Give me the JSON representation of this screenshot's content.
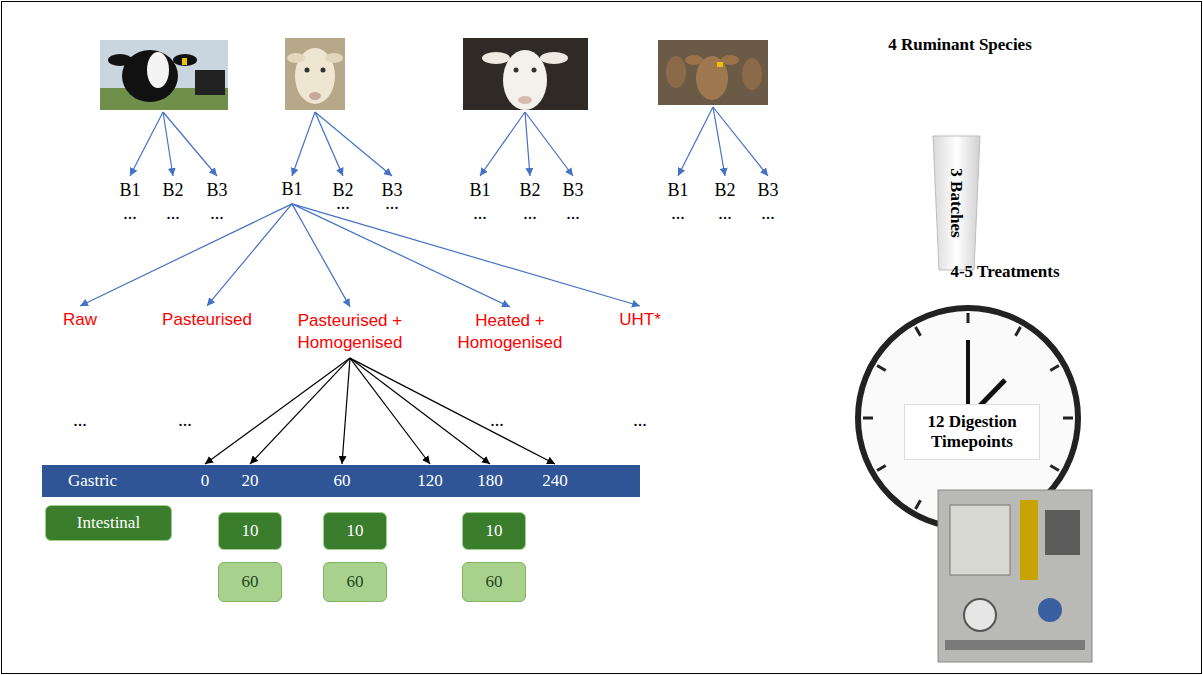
{
  "diagram": {
    "nodes": [
      {
        "text": [
          "B1"
        ]
      },
      {
        "text": [
          "Raw"
        ]
      },
      {
        "text": [
          "Pasteurised"
        ]
      },
      {
        "text": [
          "Pasteurised + Homogenised"
        ]
      },
      {
        "text": [
          "Heated + Homogenised"
        ]
      },
      {
        "text": [
          "UHT*"
        ]
      },
      {
        "text": [
          "Gastric"
        ]
      },
      {
        "text": [
          "0"
        ],
        "in": 6
      },
      {
        "text": [
          "20"
        ],
        "in": 6
      },
      {
        "text": [
          "60"
        ],
        "in": 6
      },
      {
        "text": [
          "120"
        ],
        "in": 6
      },
      {
        "text": [
          "180"
        ],
        "in": 6
      },
      {
        "text": [
          "240"
        ],
        "in": 6
      },
      {
        "text": [
          "Intestinal"
        ]
      },
      {
        "text": [
          "10"
        ]
      },
      {
        "text": [
          "10"
        ]
      },
      {
        "text": [
          "10"
        ]
      },
      {
        "text": [
          "60"
        ]
      },
      {
        "text": [
          "60"
        ]
      },
      {
        "text": [
          "60"
        ]
      },
      {
        "text": [
          "12 Digestion Timepoints"
        ]
      }
    ],
    "edges": [
      {
        "from": 0,
        "to": 1,
        "arrow": "to"
      },
      {
        "from": 0,
        "to": 2,
        "arrow": "to"
      },
      {
        "from": 0,
        "to": 3,
        "arrow": "to"
      },
      {
        "from": 0,
        "to": 4,
        "arrow": "to"
      },
      {
        "from": 0,
        "to": 5,
        "arrow": "to"
      },
      {
        "from": 3,
        "to": 7,
        "arrow": "to"
      },
      {
        "from": 3,
        "to": 8,
        "arrow": "to"
      },
      {
        "from": 3,
        "to": 9,
        "arrow": "to"
      },
      {
        "from": 3,
        "to": 10,
        "arrow": "to"
      },
      {
        "from": 3,
        "to": 11,
        "arrow": "to"
      },
      {
        "from": 3,
        "to": 12,
        "arrow": "to"
      }
    ],
    "labels": [
      "4 Ruminant Species",
      "B1",
      "B2",
      "B3",
      "B2",
      "B3",
      "B1",
      "B2",
      "B3",
      "B1",
      "B2",
      "B3",
      "...",
      "...",
      "...",
      "...",
      "...",
      "...",
      "...",
      "...",
      "...",
      "...",
      "...",
      "3 Batches",
      "4-5 Treatments",
      "...",
      "...",
      "...",
      "..."
    ]
  }
}
